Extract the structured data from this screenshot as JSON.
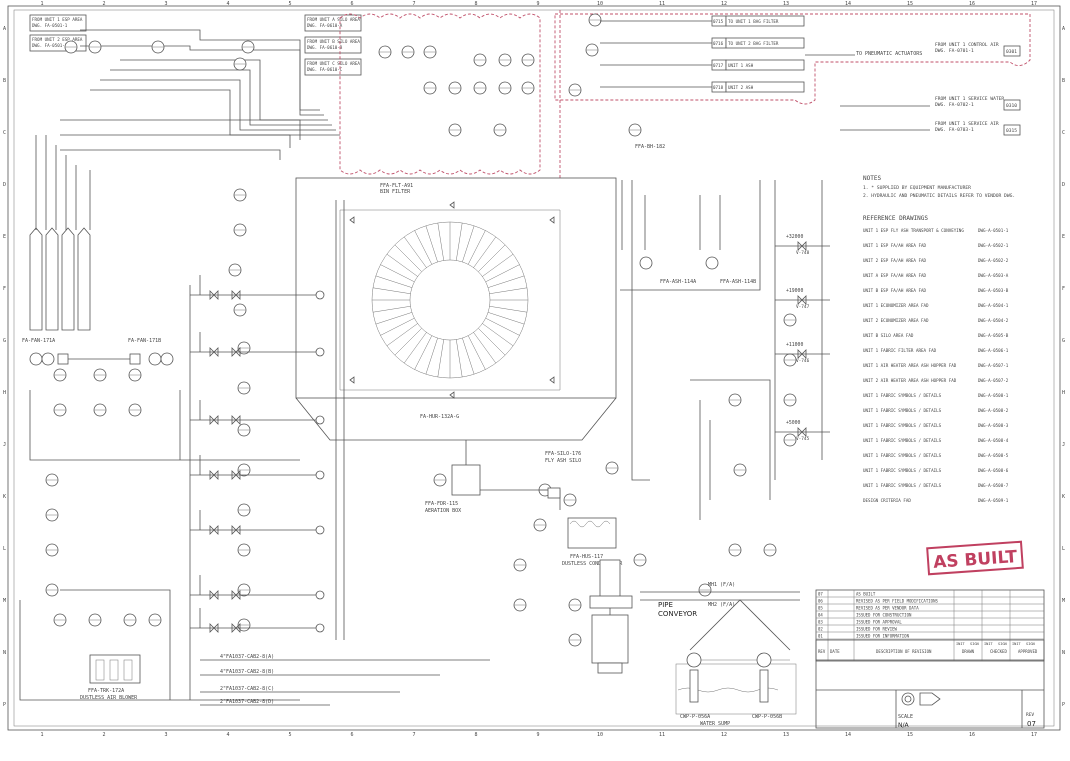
{
  "sheet": {
    "stamp": "AS BUILT",
    "grid_columns": [
      "1",
      "2",
      "3",
      "4",
      "5",
      "6",
      "7",
      "8",
      "9",
      "10",
      "11",
      "12",
      "13",
      "14",
      "15",
      "16",
      "17"
    ],
    "grid_rows": [
      "A",
      "B",
      "C",
      "D",
      "E",
      "F",
      "G",
      "H",
      "J",
      "K",
      "L",
      "M",
      "N",
      "P"
    ],
    "scale_label": "SCALE",
    "scale_value": "N/A",
    "rev_label": "REV",
    "rev_value": "07"
  },
  "equipment": {
    "silo_main": "FA-HUR-132A-G",
    "ash_silo": "FFA-SILO-176",
    "ash_silo_sub": "FLY ASH SILO",
    "cyclone": "FFA-BH-182",
    "bin_filter": "FFA-FLT-A91",
    "bin_filter_sub": "BIN FILTER",
    "ash_pump_a": "FFA-ASH-114A",
    "ash_pump_b": "FFA-ASH-114B",
    "fan_left_a": "FA-FAN-171A",
    "fan_left_b": "FA-FAN-171B",
    "blower_bottom": "FFA-TRK-172A",
    "blower_bottom_sub": "DUSTLESS AIR BLOWER",
    "unloader": "FFA-HUS-117",
    "unloader_sub": "DUSTLESS CONDITIONER",
    "feeder": "FFA-FDR-115",
    "feeder_sub": "AERATION BOX",
    "pipe_conveyor": "PIPE",
    "pipe_conveyor_2": "CONVEYOR",
    "pump_station_a": "CWP-P-056A",
    "pump_station_b": "CWP-P-056B",
    "water_tank": "WATER SUMP"
  },
  "inlets": [
    {
      "from": "FROM UNIT 1 ESP AREA",
      "dwg": "DWG. FA-0501-1"
    },
    {
      "from": "FROM UNIT 2 ESP AREA",
      "dwg": "DWG. FA-0501-2"
    },
    {
      "from": "FROM UNIT A SILO AREA",
      "dwg": "DWG. FA-0610-A"
    },
    {
      "from": "FROM UNIT B SILO AREA",
      "dwg": "DWG. FA-0610-B"
    },
    {
      "from": "FROM UNIT C SILO AREA",
      "dwg": "DWG. FA-0610-C"
    }
  ],
  "right_inlets": [
    {
      "to": "TO UNIT 1 BAG FILTER",
      "tag": "0715"
    },
    {
      "to": "TO UNIT 2 BAG FILTER",
      "tag": "0716"
    },
    {
      "to": "UNIT 1 ASH",
      "tag": "0717"
    },
    {
      "to": "UNIT 2 ASH",
      "tag": "0718"
    }
  ],
  "pneumatic_label": "TO PNEUMATIC ACTUATORS",
  "control_air": {
    "from": "FROM UNIT 1 CONTROL AIR",
    "dwg": "DWG. FA-0701-1",
    "tag": "0301"
  },
  "service_air": {
    "from": "FROM UNIT 1 SERVICE WATER",
    "dwg": "DWG. FA-0702-1",
    "tag": "0310"
  },
  "service_air2": {
    "from": "FROM UNIT 1 SERVICE AIR",
    "dwg": "DWG. FA-0703-1",
    "tag": "0315"
  },
  "notes_title": "NOTES",
  "notes": [
    "1. * SUPPLIED BY EQUIPMENT MANUFACTURER",
    "2. HYDRAULIC AND PNEUMATIC DETAILS REFER TO VENDOR DWG."
  ],
  "reference_title": "REFERENCE DRAWINGS",
  "references": [
    {
      "text": "UNIT 1 ESP FLY ASH TRANSPORT & CONVEYING",
      "dwg": "DWG-A-0501-1"
    },
    {
      "text": "UNIT 1 ESP FA/AH AREA FAD",
      "dwg": "DWG-A-0502-1"
    },
    {
      "text": "UNIT 2 ESP FA/AH AREA FAD",
      "dwg": "DWG-A-0502-2"
    },
    {
      "text": "UNIT A ESP FA/AH AREA FAD",
      "dwg": "DWG-A-0503-A"
    },
    {
      "text": "UNIT B ESP FA/AH AREA FAD",
      "dwg": "DWG-A-0503-B"
    },
    {
      "text": "UNIT 1 ECONOMIZER AREA FAD",
      "dwg": "DWG-A-0504-1"
    },
    {
      "text": "UNIT 2 ECONOMIZER AREA FAD",
      "dwg": "DWG-A-0504-2"
    },
    {
      "text": "UNIT B SILO AREA FAD",
      "dwg": "DWG-A-0505-B"
    },
    {
      "text": "UNIT 1 FABRIC FILTER AREA FAD",
      "dwg": "DWG-A-0506-1"
    },
    {
      "text": "UNIT 1 AIR HEATER AREA ASH HOPPER FAD",
      "dwg": "DWG-A-0507-1"
    },
    {
      "text": "UNIT 2 AIR HEATER AREA ASH HOPPER FAD",
      "dwg": "DWG-A-0507-2"
    },
    {
      "text": "UNIT 1 FABRIC SYMBOLS / DETAILS",
      "dwg": "DWG-A-0508-1"
    },
    {
      "text": "UNIT 1 FABRIC SYMBOLS / DETAILS",
      "dwg": "DWG-A-0508-2"
    },
    {
      "text": "UNIT 1 FABRIC SYMBOLS / DETAILS",
      "dwg": "DWG-A-0508-3"
    },
    {
      "text": "UNIT 1 FABRIC SYMBOLS / DETAILS",
      "dwg": "DWG-A-0508-4"
    },
    {
      "text": "UNIT 1 FABRIC SYMBOLS / DETAILS",
      "dwg": "DWG-A-0508-5"
    },
    {
      "text": "UNIT 1 FABRIC SYMBOLS / DETAILS",
      "dwg": "DWG-A-0508-6"
    },
    {
      "text": "UNIT 1 FABRIC SYMBOLS / DETAILS",
      "dwg": "DWG-A-0508-7"
    },
    {
      "text": "DESIGN CRITERIA FAD",
      "dwg": "DWG-A-0509-1"
    }
  ],
  "levels": [
    {
      "label": "+32000",
      "tag": "V-748"
    },
    {
      "label": "+19000",
      "tag": "V-747"
    },
    {
      "label": "+11000",
      "tag": "V-746"
    },
    {
      "label": "+5000",
      "tag": "V-745"
    }
  ],
  "bottom_lines": [
    "4\"FA1037-CAB2-8(A)",
    "4\"FA1037-CAB2-8(B)",
    "2\"FA1037-CAB2-8(C)",
    "2\"FA1037-CAB2-8(D)"
  ],
  "ash_labels": [
    "MH1 (F/A)",
    "MH2 (F/A)"
  ],
  "revision_block": {
    "rows": [
      {
        "rev": "07",
        "desc": "AS BUILT"
      },
      {
        "rev": "06",
        "desc": "REVISED AS PER FIELD MODIFICATIONS"
      },
      {
        "rev": "05",
        "desc": "REVISED AS PER VENDOR DATA"
      },
      {
        "rev": "04",
        "desc": "ISSUED FOR CONSTRUCTION"
      },
      {
        "rev": "03",
        "desc": "ISSUED FOR APPROVAL"
      },
      {
        "rev": "02",
        "desc": "ISSUED FOR REVIEW"
      },
      {
        "rev": "01",
        "desc": "ISSUED FOR INFORMATION"
      }
    ],
    "headers": [
      "REV",
      "DATE",
      "DESCRIPTION OF REVISION",
      "DRAWN",
      "CHECKED",
      "APPROVED"
    ],
    "sub_headers": [
      "INIT",
      "SIGN",
      "INIT",
      "SIGN",
      "INIT",
      "SIGN"
    ]
  }
}
